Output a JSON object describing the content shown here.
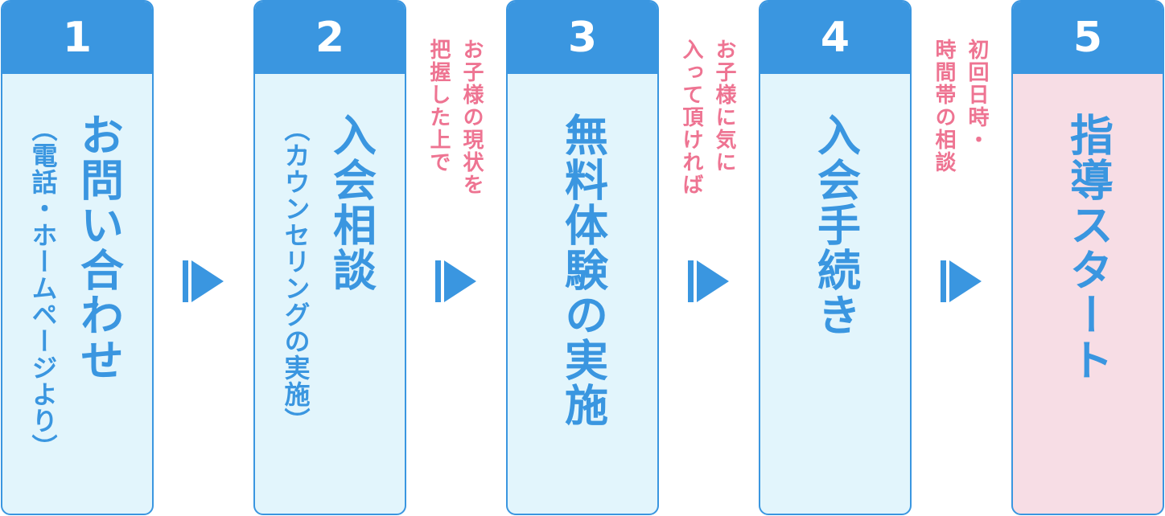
{
  "steps": [
    {
      "number": "1",
      "title": "お問い合わせ",
      "subtitle": "（電話・ホームページより）"
    },
    {
      "number": "2",
      "title": "入会相談",
      "subtitle": "（カウンセリングの実施）"
    },
    {
      "number": "3",
      "title": "無料体験の実施",
      "subtitle": ""
    },
    {
      "number": "4",
      "title": "入会手続き",
      "subtitle": ""
    },
    {
      "number": "5",
      "title": "指導スタート",
      "subtitle": ""
    }
  ],
  "notes": [
    {
      "line1": "お子様の現状を",
      "line2": "把握した上で"
    },
    {
      "line1": "お子様に気に",
      "line2": "入って頂ければ"
    },
    {
      "line1": "初回日時・",
      "line2": "時間帯の相談"
    }
  ],
  "colors": {
    "primary_blue": "#3a96e0",
    "light_blue_bg": "#e2f5fc",
    "pink_bg": "#f7dde5",
    "note_pink": "#ee7492"
  },
  "icons": {
    "arrow": "bar-right-triangle-arrow"
  }
}
